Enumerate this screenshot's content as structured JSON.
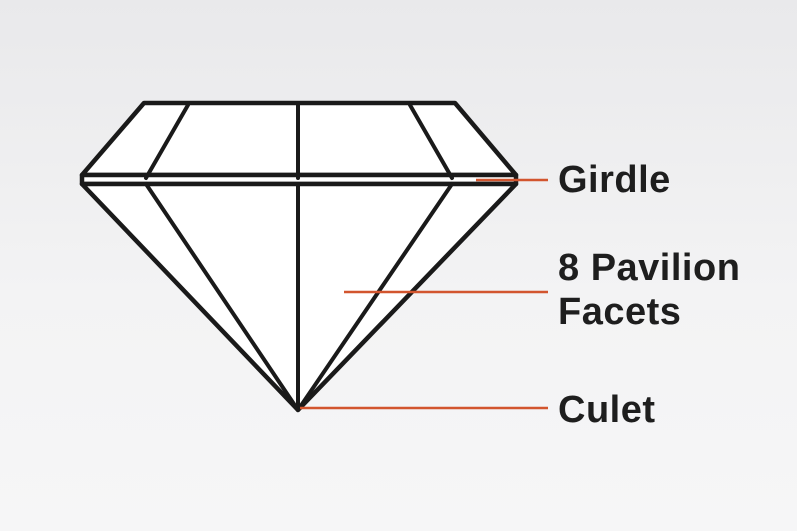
{
  "labels": {
    "girdle": "Girdle",
    "pavilion_line1": "8 Pavilion",
    "pavilion_line2": "Facets",
    "culet": "Culet"
  },
  "colors": {
    "outline": "#1a1a1a",
    "leader": "#d2552e",
    "text": "#1e1e1e",
    "diamond_fill": "#ffffff"
  }
}
